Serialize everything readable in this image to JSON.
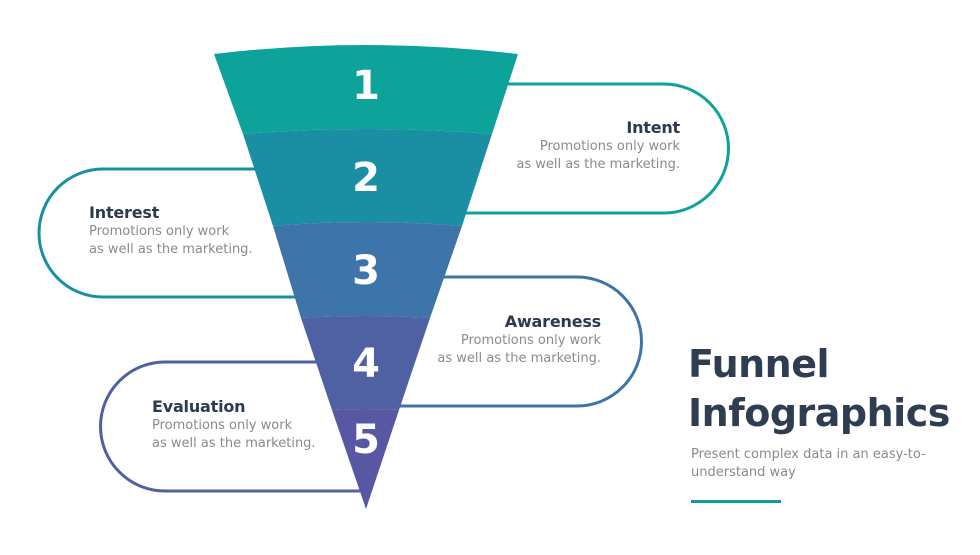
{
  "title": {
    "line1": "Funnel",
    "line2": "Infographics",
    "subtitle": "Present complex data in an easy-to-understand way"
  },
  "colors": {
    "band1": "#0ea39a",
    "band2": "#1a8fa3",
    "band3": "#3d74aa",
    "band4": "#4f60a3",
    "band5": "#5757a3",
    "accent": "#119c9a",
    "title_text": "#2e3d52",
    "body_text": "#8a8a8a"
  },
  "steps": [
    {
      "number": "1",
      "title": "Intent",
      "description_line1": "Promotions only work",
      "description_line2": "as well as the marketing.",
      "side": "right"
    },
    {
      "number": "2",
      "title": "Interest",
      "description_line1": "Promotions only work",
      "description_line2": "as well as the marketing.",
      "side": "left"
    },
    {
      "number": "3",
      "title": "Awareness",
      "description_line1": "Promotions only work",
      "description_line2": "as well as the marketing.",
      "side": "right"
    },
    {
      "number": "4",
      "title": "Evaluation",
      "description_line1": "Promotions only work",
      "description_line2": "as well as the marketing.",
      "side": "left"
    },
    {
      "number": "5"
    }
  ]
}
